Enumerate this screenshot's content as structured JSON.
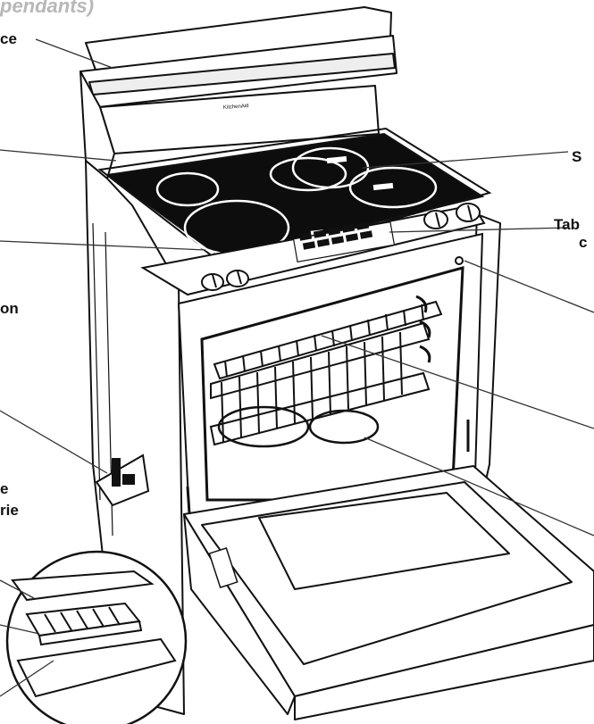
{
  "figure": {
    "partial_title": "pendants)",
    "brand_text": "KitchenAid"
  },
  "labels": {
    "top_left": "ce",
    "right_surface": "S",
    "right_control_1": "Tab",
    "right_control_2": "c",
    "left_mid": "on",
    "left_lower_1": "e",
    "left_lower_2": "rie"
  },
  "colors": {
    "ink": "#111111",
    "glass": "#0d0d0d",
    "title_gray": "#b8b8b8"
  }
}
